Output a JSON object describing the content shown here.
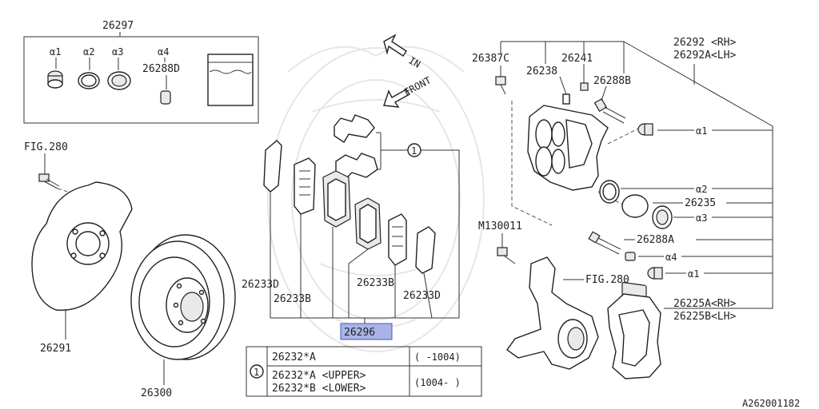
{
  "labels": {
    "kit": "26297",
    "a1_top": "α1",
    "a2_top": "α2",
    "a3_top": "α3",
    "a4_top": "α4",
    "kit_pin": "26288D",
    "fig280_left": "FIG.280",
    "backing_plate": "26291",
    "rotor": "26300",
    "dir_in": "IN",
    "dir_front": "FRONT",
    "callout_num": "1",
    "shim_d_left": "26233D",
    "shim_b_left": "26233B",
    "shim_b_right": "26233B",
    "shim_d_right": "26233D",
    "pad_kit": "26296",
    "caliper_bolt": "26387C",
    "bleeder": "26241",
    "bleeder_cap": "26238",
    "guide_pin_b": "26288B",
    "caliper_rh": "26292 <RH>",
    "caliper_lh": "26292A<LH>",
    "a1_right": "α1",
    "a2_right": "α2",
    "piston": "26235",
    "a3_right": "α3",
    "bolt_m": "M130011",
    "guide_pin_a": "26288A",
    "a4_right": "α4",
    "a1_right2": "α1",
    "fig280_right": "FIG.280",
    "support_rh": "26225A<RH>",
    "support_lh": "26225B<LH>",
    "ref_code": "A262001182"
  },
  "table": {
    "callout": "1",
    "row1_part": "26232*A",
    "row1_range": "( -1004)",
    "row2_part_a": "26232*A <UPPER>",
    "row2_part_b": "26232*B <LOWER>",
    "row2_range": "(1004- )"
  }
}
